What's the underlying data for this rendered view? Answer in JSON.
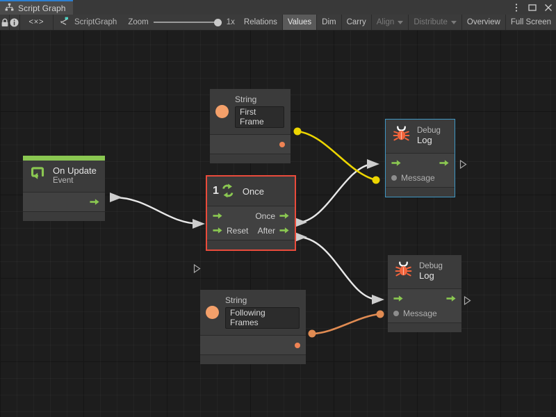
{
  "window": {
    "tab_label": "Script Graph",
    "tab_icon": "graph-icon",
    "controls": [
      {
        "name": "more-options-icon",
        "glyph": "⋮"
      },
      {
        "name": "maximize-icon",
        "glyph": "□"
      },
      {
        "name": "close-icon",
        "glyph": "✕"
      }
    ]
  },
  "toolbar": {
    "lock_icon": "lock-icon",
    "info_icon": "info-icon",
    "code_icon": "angle-brackets-icon",
    "code_label": "<×>",
    "breadcrumb_icon": "scriptgraph-icon",
    "breadcrumb_label": "ScriptGraph",
    "zoom_label": "Zoom",
    "zoom_value": "1x",
    "buttons": [
      {
        "label": "Relations",
        "name": "relations-button",
        "state": "normal"
      },
      {
        "label": "Values",
        "name": "values-button",
        "state": "pressed"
      },
      {
        "label": "Dim",
        "name": "dim-button",
        "state": "normal"
      },
      {
        "label": "Carry",
        "name": "carry-button",
        "state": "normal"
      },
      {
        "label": "Align",
        "name": "align-dropdown",
        "state": "disabled",
        "caret": true
      },
      {
        "label": "Distribute",
        "name": "distribute-dropdown",
        "state": "disabled",
        "caret": true
      },
      {
        "label": "Overview",
        "name": "overview-button",
        "state": "normal"
      },
      {
        "label": "Full Screen",
        "name": "full-screen-button",
        "state": "normal"
      }
    ]
  },
  "graph": {
    "nodes": {
      "on_update": {
        "title": "On Update",
        "subtitle": "Event",
        "accent_color": "#8ac751",
        "icon": "event-loop-icon"
      },
      "string_first": {
        "title": "String",
        "value": "First Frame",
        "icon": "string-value-icon"
      },
      "string_following": {
        "title": "String",
        "value": "Following Frames",
        "icon": "string-value-icon"
      },
      "once": {
        "title": "Once",
        "badge": "1",
        "icon": "once-loop-icon",
        "selected_color": "#ea4b3b",
        "in_flow_label": "",
        "reset_label": "Reset",
        "out_once_label": "Once",
        "out_after_label": "After"
      },
      "debug_log_top": {
        "title_small": "Debug",
        "title_big": "Log",
        "icon": "bug-icon",
        "message_label": "Message",
        "selected_color": "#3f97c4"
      },
      "debug_log_bottom": {
        "title_small": "Debug",
        "title_big": "Log",
        "icon": "bug-icon",
        "message_label": "Message"
      }
    },
    "edge_colors": {
      "flow": "#e8e8e8",
      "string_first": "#ecd500",
      "string_following": "#e08b52"
    }
  }
}
